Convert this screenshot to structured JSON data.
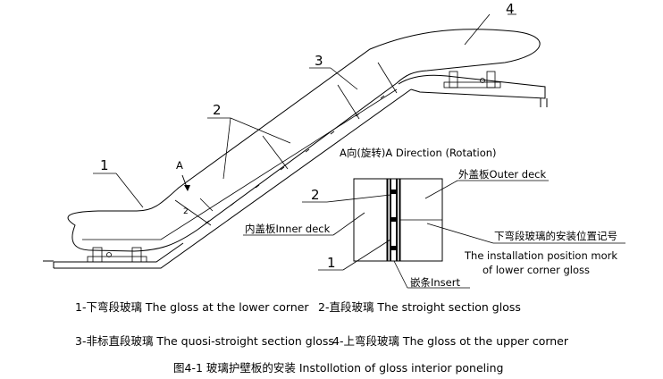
{
  "labels": {
    "n1": "1",
    "n2": "2",
    "n3": "3",
    "n4": "4",
    "arrowA": "A",
    "detail_n1": "1",
    "detail_n2": "2",
    "directionA": "A向(旋转)A Direction (Rotation)",
    "outer_deck": "外盖板Outer deck",
    "inner_deck": "内盖板Inner deck",
    "mark_title": "下弯段玻璃的安装位置记号",
    "mark_line1": "The installation position mork",
    "mark_line2": "of lower corner gloss",
    "insert": "嵌条Insert"
  },
  "legend": {
    "line1a": "1-下弯段玻璃 The gloss at the lower corner",
    "line1b": "2-直段玻璃 The stroight section gloss",
    "line2a": "3-非标直段玻璃 The quosi-stroight section gloss",
    "line2b": "4-上弯段玻璃 The gloss ot the upper corner"
  },
  "caption": "图4-1  玻璃护壁板的安装  Instollotion of gloss interior poneling"
}
